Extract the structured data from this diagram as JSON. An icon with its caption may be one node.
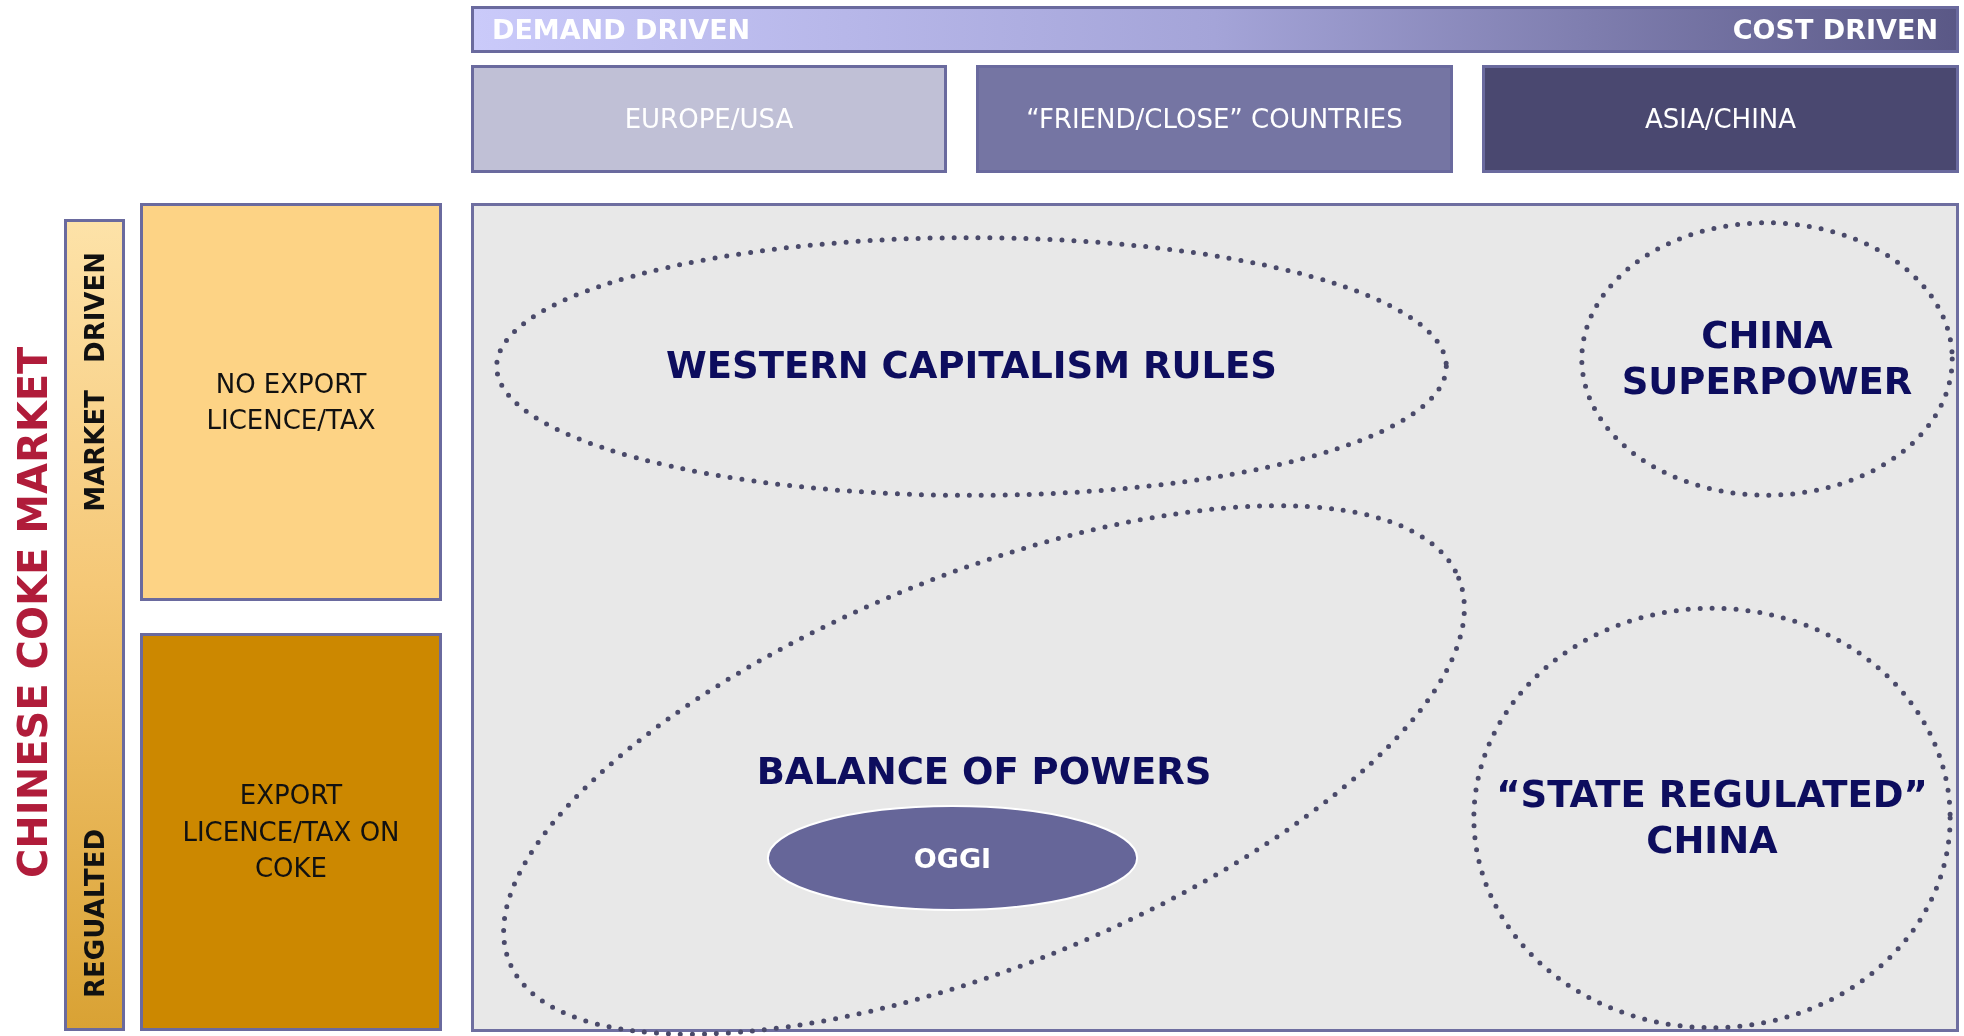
{
  "diagram": {
    "nodes": [
      {
        "text": [
          "DEMAND DRIVEN",
          "COST DRIVEN"
        ]
      },
      {
        "text": [
          "EUROPE/USA"
        ]
      },
      {
        "text": [
          "“FRIEND/CLOSE” COUNTRIES"
        ]
      },
      {
        "text": [
          "ASIA/CHINA"
        ]
      },
      {
        "text": [
          "MARKET DRIVEN",
          "REGUALTED"
        ]
      },
      {
        "text": [
          "NO EXPORT LICENCE/TAX"
        ]
      },
      {
        "text": [
          "EXPORT LICENCE/TAX ON COKE"
        ]
      },
      {
        "text": [],
        "shape": "box"
      },
      {
        "text": [
          "WESTERN CAPITALISM RULES"
        ],
        "in": 7
      },
      {
        "text": [
          "CHINA SUPERPOWER"
        ],
        "in": 7
      },
      {
        "text": [
          "BALANCE OF POWERS"
        ],
        "in": 7
      },
      {
        "text": [
          "OGGI"
        ],
        "in": 10
      },
      {
        "text": [
          "“STATE REGULATED” CHINA"
        ],
        "in": 7
      }
    ],
    "labels": [
      "CHINESE COKE MARKET"
    ]
  }
}
